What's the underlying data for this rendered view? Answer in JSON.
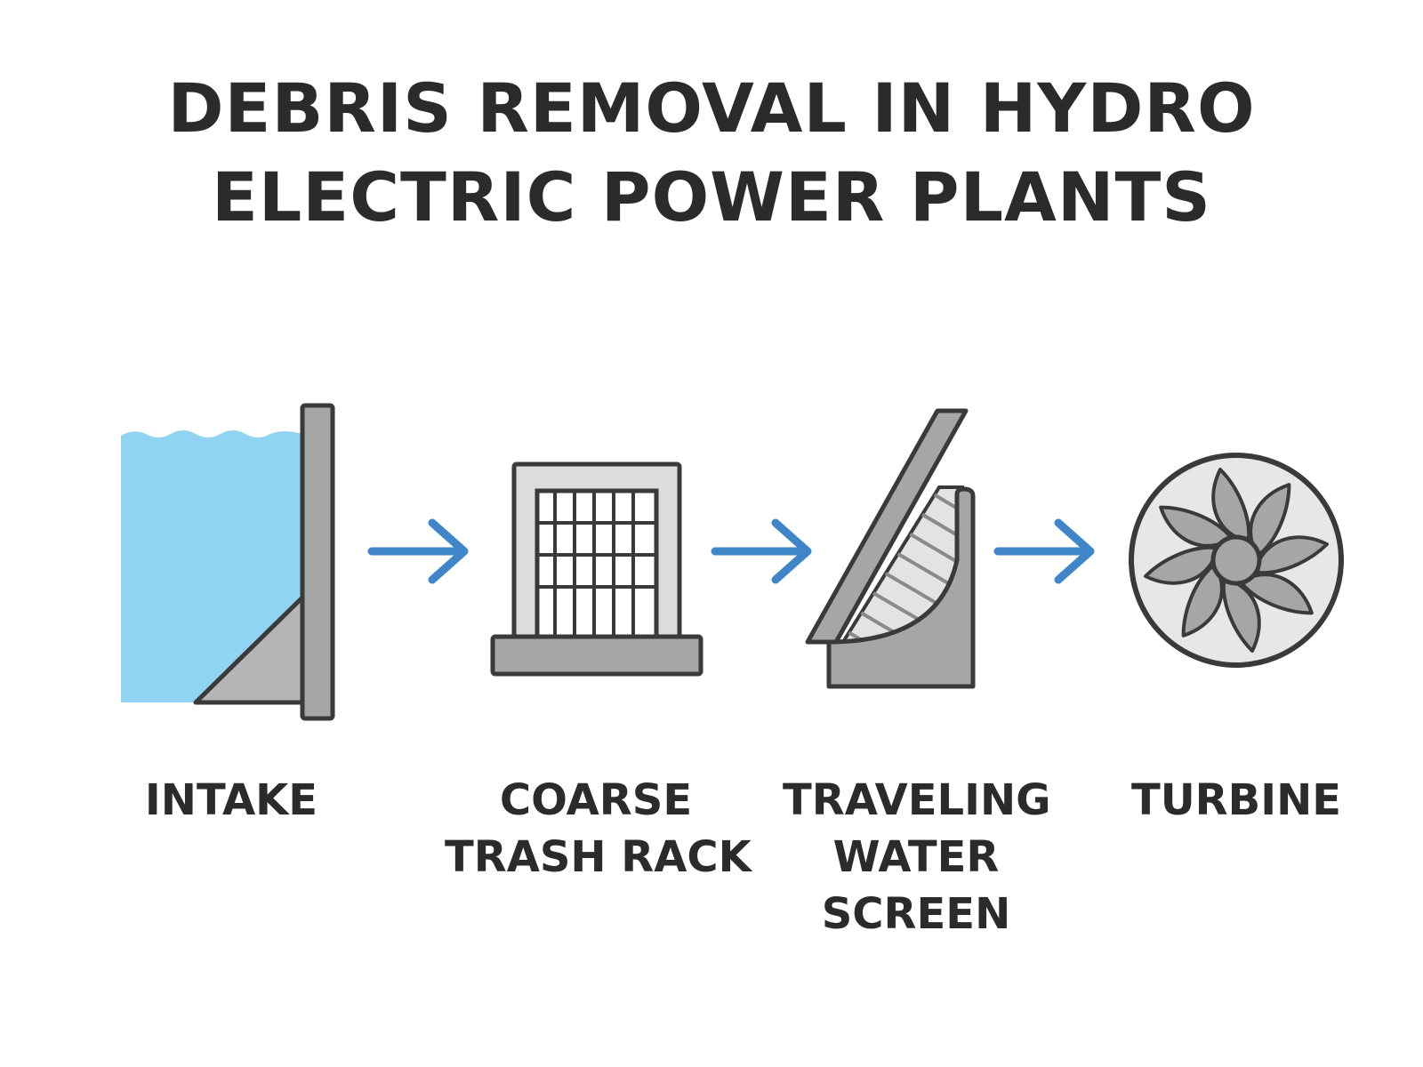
{
  "title": {
    "line1": "DEBRIS REMOVAL IN HYDRO",
    "line2": "ELECTRIC POWER PLANTS"
  },
  "stages": [
    {
      "icon": "intake-icon",
      "lines": [
        "INTAKE"
      ]
    },
    {
      "icon": "trash-rack-icon",
      "lines": [
        "COARSE",
        "TRASH RACK"
      ]
    },
    {
      "icon": "traveling-screen-icon",
      "lines": [
        "TRAVELING",
        "WATER",
        "SCREEN"
      ]
    },
    {
      "icon": "turbine-icon",
      "lines": [
        "TURBINE"
      ]
    }
  ],
  "colors": {
    "water": "#90d3f2",
    "arrow": "#3f86c8",
    "steel": "#a6a6a6",
    "light_steel": "#dcdcdc",
    "outline": "#3a3a3a",
    "text": "#2b2b2b"
  }
}
